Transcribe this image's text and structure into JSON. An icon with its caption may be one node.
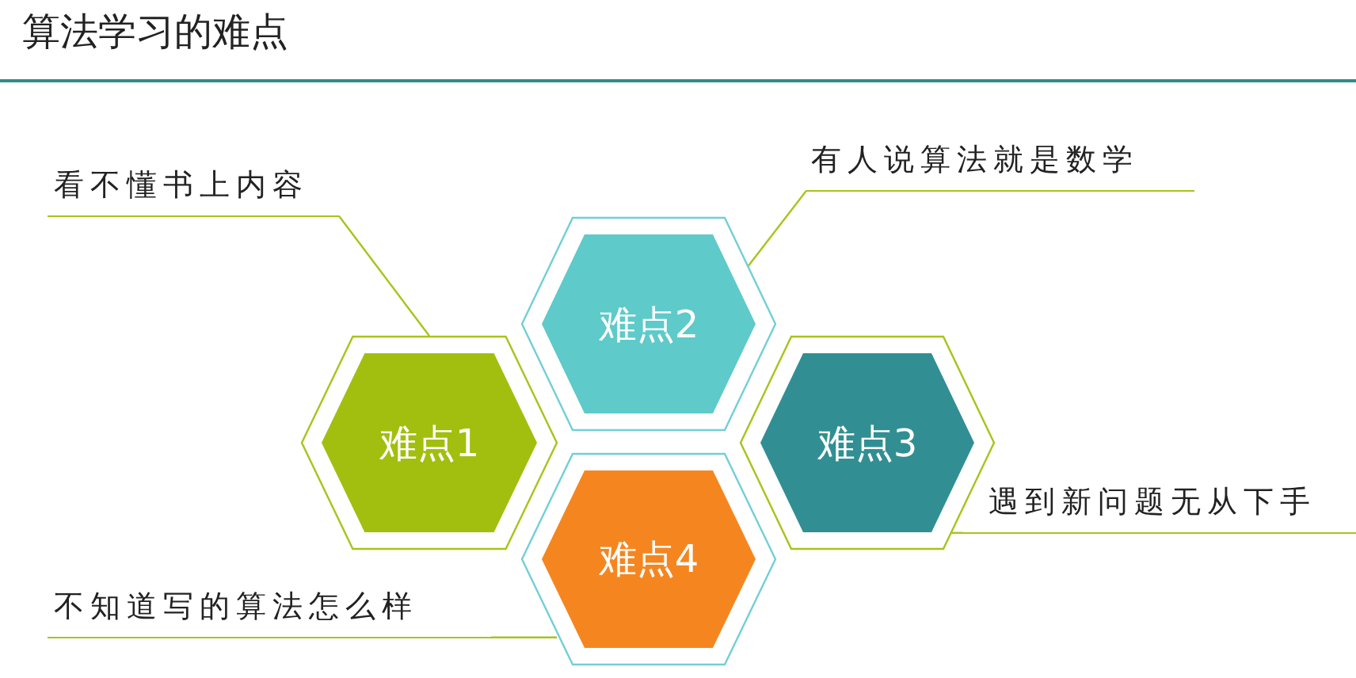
{
  "diagram": {
    "title": "算法学习的难点",
    "nodes": [
      {
        "text": [
          "看不懂书上内容"
        ]
      },
      {
        "text": [
          "有人说算法就是数学"
        ]
      },
      {
        "text": [
          "难点2"
        ]
      },
      {
        "text": [
          "难点1"
        ]
      },
      {
        "text": [
          "难点3"
        ]
      },
      {
        "text": [
          "难点4"
        ]
      },
      {
        "text": [
          "遇到新问题无从下手"
        ]
      },
      {
        "text": [
          "不知道写的算法怎么样"
        ]
      }
    ],
    "edges": [
      {
        "from": 0,
        "to": 3,
        "arrow": "none"
      },
      {
        "from": 1,
        "to": 2,
        "arrow": "none"
      },
      {
        "from": 6,
        "to": 4,
        "arrow": "none"
      },
      {
        "from": 7,
        "to": 5,
        "arrow": "none"
      }
    ]
  }
}
